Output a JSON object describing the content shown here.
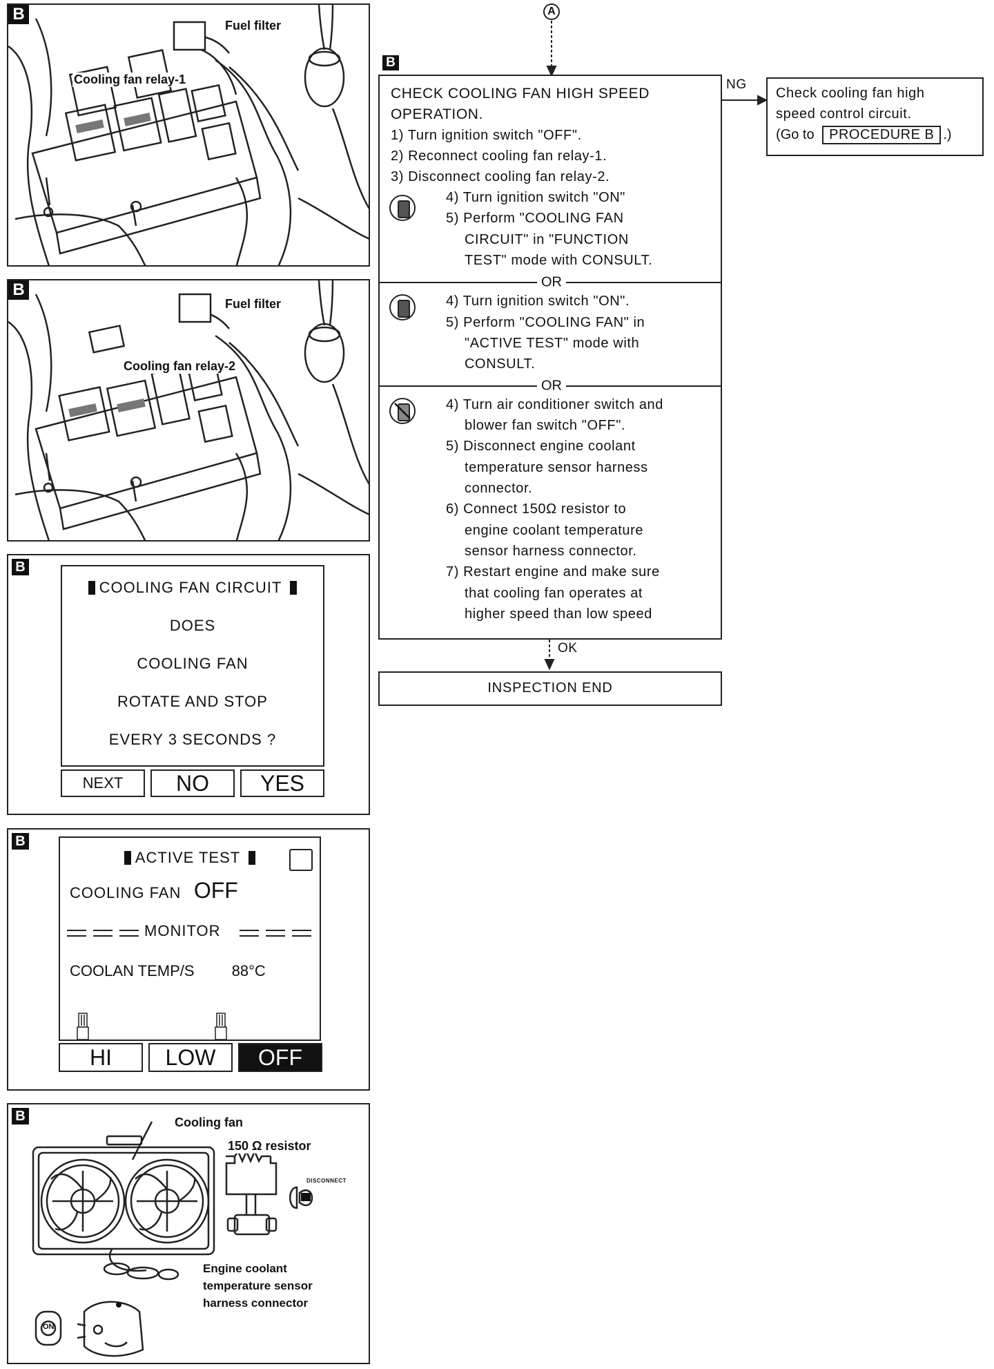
{
  "panel1": {
    "badge": "B",
    "fuel_filter": "Fuel filter",
    "relay": "Cooling fan relay-1"
  },
  "panel2": {
    "badge": "B",
    "fuel_filter": "Fuel filter",
    "relay": "Cooling fan relay-2"
  },
  "panel3": {
    "badge": "B",
    "title": "COOLING FAN CIRCUIT",
    "lines": [
      "DOES",
      "COOLING FAN",
      "ROTATE AND STOP",
      "EVERY 3 SECONDS ?"
    ],
    "buttons": {
      "next": "NEXT",
      "no": "NO",
      "yes": "YES"
    }
  },
  "panel4": {
    "badge": "B",
    "title": "ACTIVE TEST",
    "fan_label": "COOLING FAN",
    "fan_value": "OFF",
    "monitor": "MONITOR",
    "temp_label": "COOLAN TEMP/S",
    "temp_value": "88°C",
    "buttons": {
      "hi": "HI",
      "low": "LOW",
      "off": "OFF"
    }
  },
  "panel5": {
    "badge": "B",
    "cooling_fan": "Cooling fan",
    "resistor": "150 Ω resistor",
    "disconnect": "DISCONNECT",
    "connector_lines": [
      "Engine coolant",
      "temperature sensor",
      "harness connector"
    ],
    "switch_text": "ON"
  },
  "flow": {
    "top_marker": "A",
    "badge": "B",
    "check_lines": [
      "CHECK COOLING FAN HIGH SPEED",
      "OPERATION.",
      "1) Turn ignition switch \"OFF\".",
      "2) Reconnect cooling fan relay-1.",
      "3) Disconnect cooling fan relay-2."
    ],
    "consult1_lines": [
      "4) Turn ignition switch \"ON\"",
      "5) Perform \"COOLING FAN",
      "CIRCUIT\" in \"FUNCTION",
      "TEST\" mode with CONSULT."
    ],
    "or": "OR",
    "consult2_lines": [
      "4) Turn ignition switch \"ON\".",
      "5) Perform \"COOLING FAN\" in",
      "\"ACTIVE TEST\" mode with",
      "CONSULT."
    ],
    "manual_lines": [
      "4) Turn air conditioner switch and",
      "blower fan switch \"OFF\".",
      "5) Disconnect engine coolant",
      "temperature sensor harness",
      "connector.",
      "6) Connect 150Ω resistor to",
      "engine coolant temperature",
      "sensor harness connector.",
      "7) Restart engine and make sure",
      "that cooling fan operates at",
      "higher speed than low speed"
    ],
    "ng": "NG",
    "ng_lines": [
      "Check cooling fan high",
      "speed control circuit.",
      "(Go to",
      ".)"
    ],
    "procedure": "PROCEDURE B",
    "ok": "OK",
    "end": "INSPECTION END"
  }
}
